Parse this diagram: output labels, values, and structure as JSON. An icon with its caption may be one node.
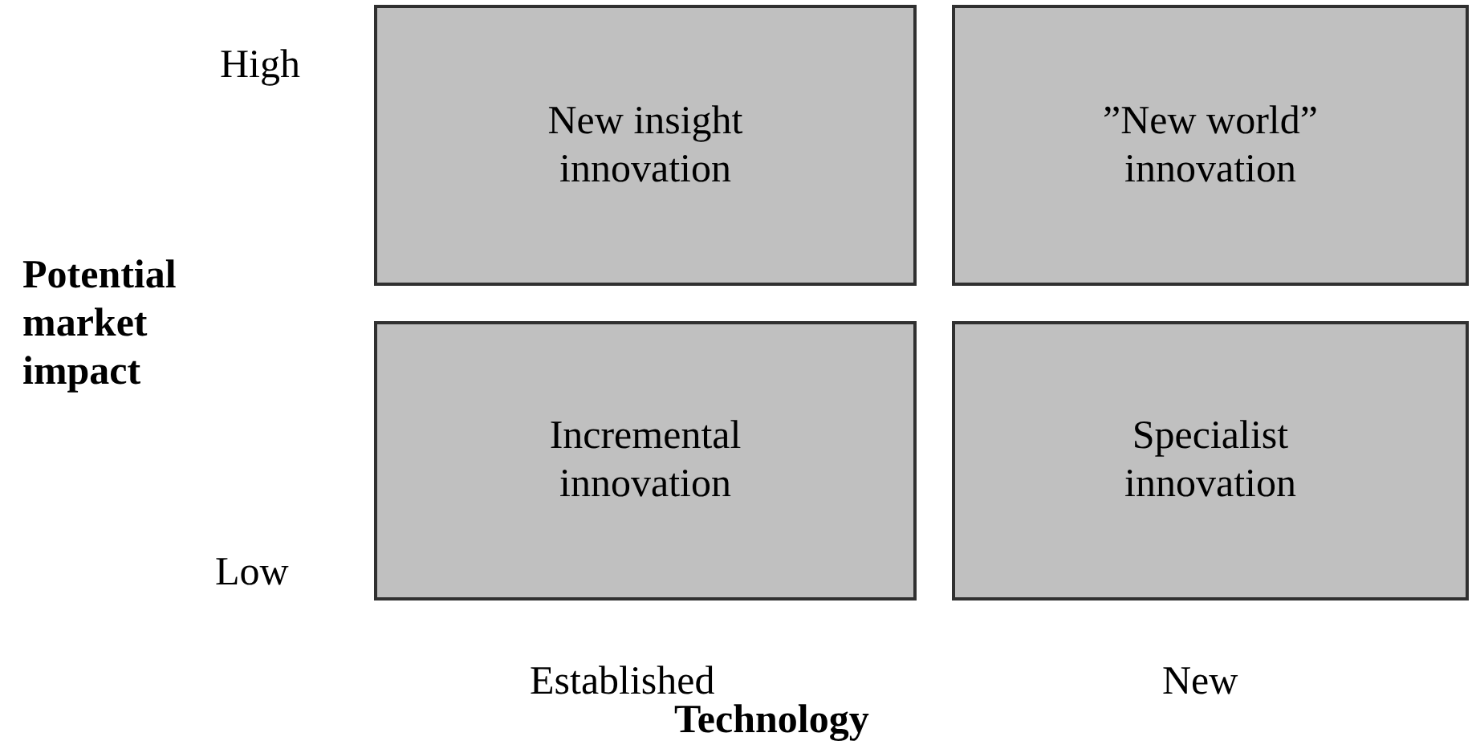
{
  "diagram": {
    "nodes": [
      {
        "text": [
          "New insight innovation"
        ]
      },
      {
        "text": [
          "”New world” innovation"
        ]
      },
      {
        "text": [
          "Incremental innovation"
        ]
      },
      {
        "text": [
          "Specialist innovation"
        ]
      }
    ],
    "labels": [
      "High",
      "Potential market impact",
      "Low",
      "Established",
      "New",
      "Technology"
    ]
  }
}
